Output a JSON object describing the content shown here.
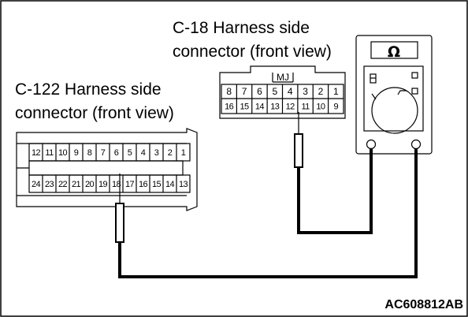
{
  "connector_c18": {
    "title_line1": "C-18 Harness side",
    "title_line2": "connector (front view)",
    "key_label": "MJ",
    "pins_top": [
      "8",
      "7",
      "6",
      "5",
      "4",
      "3",
      "2",
      "1"
    ],
    "pins_bottom": [
      "16",
      "15",
      "14",
      "13",
      "12",
      "11",
      "10",
      "9"
    ],
    "probed_pin": "11"
  },
  "connector_c122": {
    "title_line1": "C-122 Harness side",
    "title_line2": "connector (front view)",
    "pins_top": [
      "12",
      "11",
      "10",
      "9",
      "8",
      "7",
      "6",
      "5",
      "4",
      "3",
      "2",
      "1"
    ],
    "pins_bottom": [
      "24",
      "23",
      "22",
      "21",
      "20",
      "19",
      "18",
      "17",
      "16",
      "15",
      "14",
      "13"
    ],
    "probed_pin": "18"
  },
  "meter": {
    "display": "Ω"
  },
  "figure_code": "AC608812AB"
}
